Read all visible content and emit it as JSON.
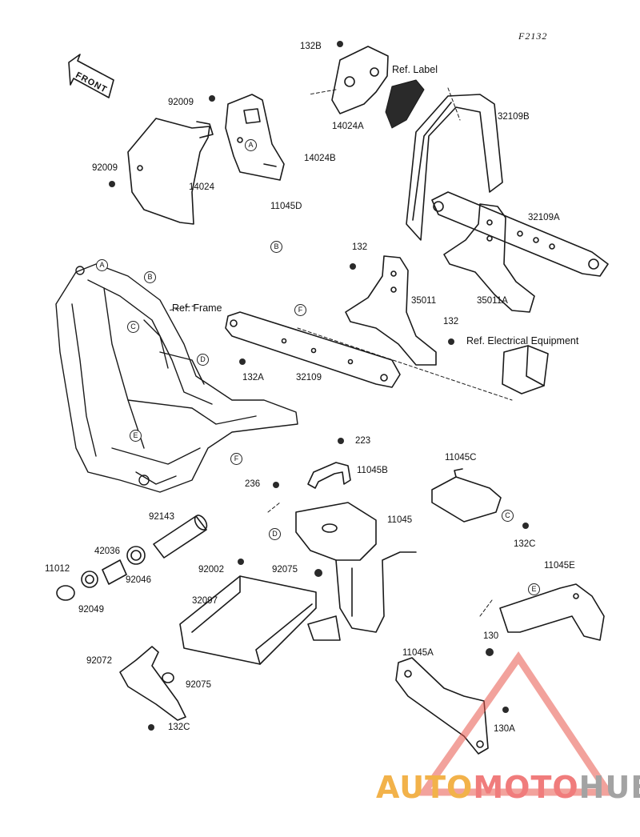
{
  "corner_code": "F2132",
  "front_label": "FRONT",
  "watermark": {
    "part1": "AUTO",
    "part2": "MOTO",
    "part3": "HUB",
    "colors": {
      "auto": "#f2b24a",
      "moto": "#f07c7c",
      "hub": "#a3a3a3",
      "triangle": "#e8554a"
    }
  },
  "labels": {
    "p132B": "132B",
    "ref_label": "Ref. Label",
    "p14024A": "14024A",
    "p32109B": "32109B",
    "p92009_top": "92009",
    "p14024B": "14024B",
    "p92009_left": "92009",
    "p14024": "14024",
    "p11045D": "11045D",
    "p32109A": "32109A",
    "p132_mid": "132",
    "p35011": "35011",
    "p35011A": "35011A",
    "ref_frame": "Ref. Frame",
    "p132_right": "132",
    "ref_electrical": "Ref. Electrical Equipment",
    "p132A": "132A",
    "p32109": "32109",
    "p223": "223",
    "p11045B": "11045B",
    "p11045C": "11045C",
    "p236": "236",
    "p11045": "11045",
    "p92143": "92143",
    "p132C_right": "132C",
    "p42036": "42036",
    "p11012": "11012",
    "p92046": "92046",
    "p92049": "92049",
    "p92002": "92002",
    "p92075_mid": "92075",
    "p11045E": "11045E",
    "p32097": "32097",
    "p130": "130",
    "p11045A": "11045A",
    "p92072": "92072",
    "p92075_bottom": "92075",
    "p130A": "130A",
    "p132C_bottom": "132C"
  },
  "markers": {
    "A": "A",
    "B": "B",
    "C": "C",
    "D": "D",
    "E": "E",
    "F": "F"
  }
}
